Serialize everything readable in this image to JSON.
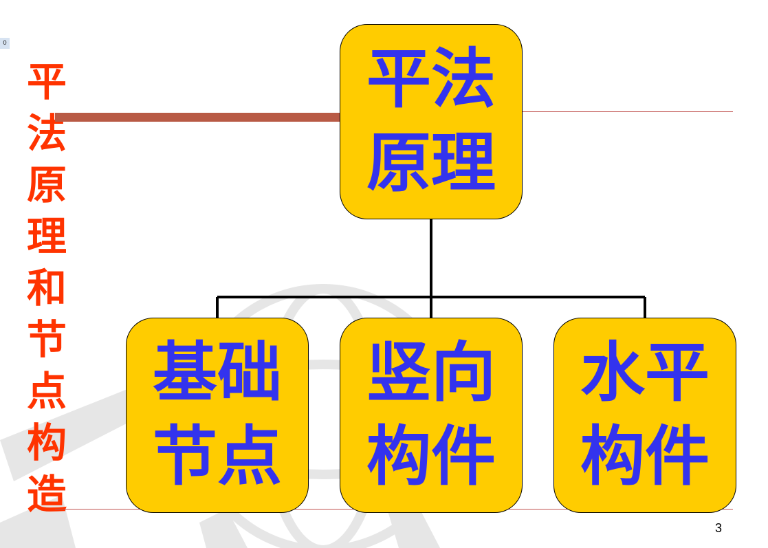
{
  "slide": {
    "badge": "0",
    "title_chars": [
      "平",
      "法",
      "原",
      "理",
      "和",
      "节",
      "点",
      "构",
      "造"
    ],
    "page_number": "3"
  },
  "diagram": {
    "root": {
      "lines": [
        "平法",
        "原理"
      ]
    },
    "children": [
      {
        "lines": [
          "基础",
          "节点"
        ]
      },
      {
        "lines": [
          "竖向",
          "构件"
        ]
      },
      {
        "lines": [
          "水平",
          "构件"
        ]
      }
    ]
  },
  "colors": {
    "box_fill": "#ffcc00",
    "box_text": "#3333ee",
    "title_text": "#ff3300",
    "accent_bar": "#b85a45",
    "rule_line": "#c0504d"
  }
}
